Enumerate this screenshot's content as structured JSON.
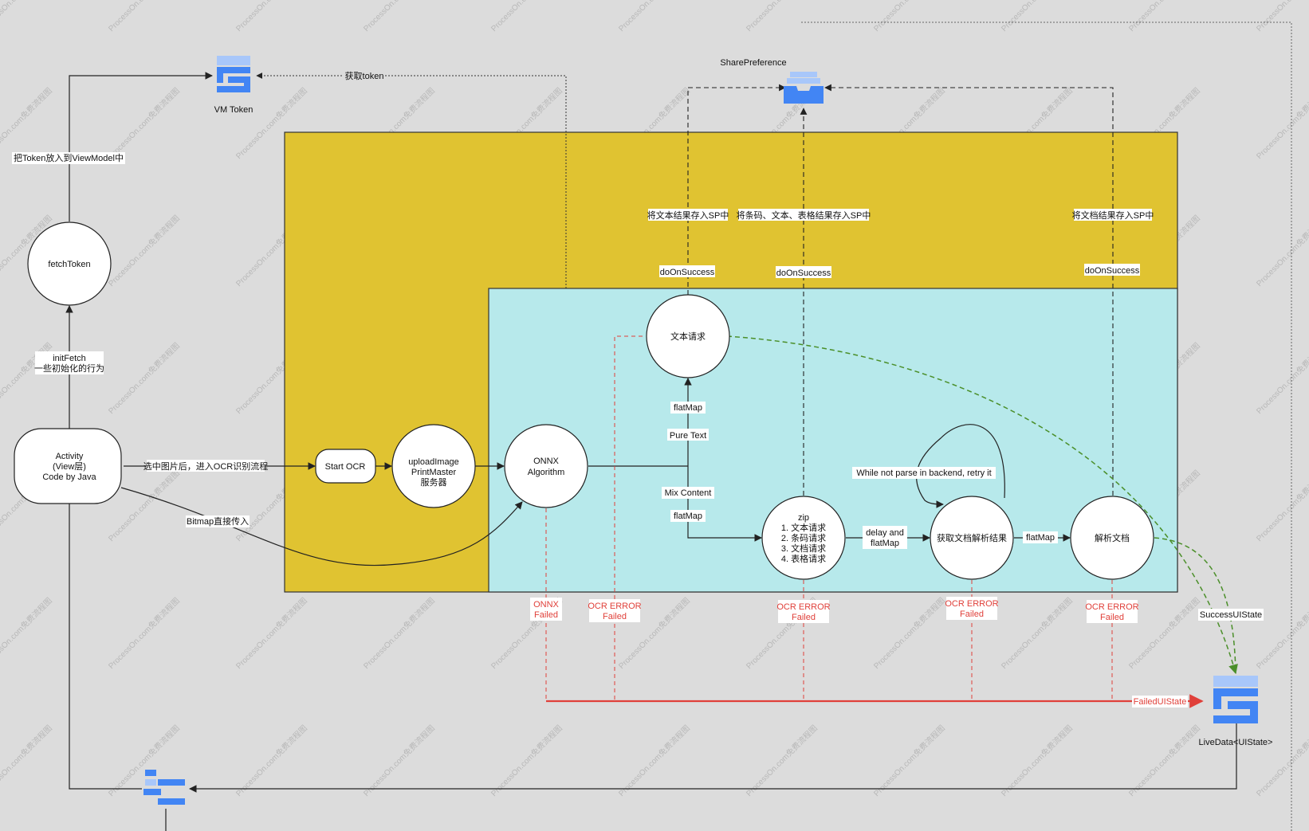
{
  "watermark": "ProcessOn.com免费流程图",
  "colors": {
    "background": "#dcdcdc",
    "yellow_region": "#e0c331",
    "cyan_region": "#b7e9eb",
    "icon_blue": "#4285f4",
    "icon_light_blue": "#a8c7fa",
    "failure_red": "#e0403a",
    "success_green": "#4b8f2a"
  },
  "icons": {
    "vm_token": {
      "icon": "stacked-blocks-icon",
      "label": "VM Token"
    },
    "share_preference": {
      "icon": "inbox-tray-icon",
      "label": "SharePreference"
    },
    "livedata": {
      "icon": "stacked-blocks-icon",
      "label": "LiveData<UIState>"
    },
    "bottom_icon": {
      "icon": "grid-blocks-icon"
    }
  },
  "nodes": {
    "fetch_token": "fetchToken",
    "activity": [
      "Activity",
      "(View层)",
      "Code by Java"
    ],
    "start_ocr": "Start OCR",
    "upload_image": [
      "uploadImage",
      "PrintMaster",
      "服务器"
    ],
    "onnx": [
      "ONNX",
      "Algorithm"
    ],
    "text_request": "文本请求",
    "zip": [
      "zip",
      "1. 文本请求",
      "2. 条码请求",
      "3. 文档请求",
      "4. 表格请求"
    ],
    "get_doc_result": "获取文档解析结果",
    "parse_doc": "解析文档"
  },
  "edge_labels": {
    "get_token": "获取token",
    "put_token": "把Token放入到ViewModel中",
    "init_fetch": [
      "initFetch",
      "一些初始化的行为"
    ],
    "select_image": "选中图片后，进入OCR识别流程",
    "bitmap_direct": "Bitmap直接传入",
    "save_text_sp": "将文本结果存入SP中",
    "save_barcode_sp": "将条码、文本、表格结果存入SP中",
    "save_doc_sp": "将文档结果存入SP中",
    "do_on_success_1": "doOnSuccess",
    "do_on_success_2": "doOnSuccess",
    "do_on_success_3": "doOnSuccess",
    "flatmap_text": "flatMap",
    "pure_text": "Pure Text",
    "mix_content": "Mix Content",
    "flatmap_zip": "flatMap",
    "delay_flatmap": [
      "delay and",
      "flatMap"
    ],
    "retry": "While not parse in backend, retry it",
    "flatmap_parse": "flatMap",
    "success_ui_state": "SuccessUIState",
    "failed_ui_state": "FailedUIState"
  },
  "error_labels": {
    "onnx_failed": [
      "ONNX",
      "Failed"
    ],
    "ocr_error_text": [
      "OCR ERROR",
      "Failed"
    ],
    "ocr_error_zip": [
      "OCR ERROR",
      "Failed"
    ],
    "ocr_error_doc": [
      "OCR ERROR",
      "Failed"
    ],
    "ocr_error_parse": [
      "OCR ERROR",
      "Failed"
    ]
  }
}
